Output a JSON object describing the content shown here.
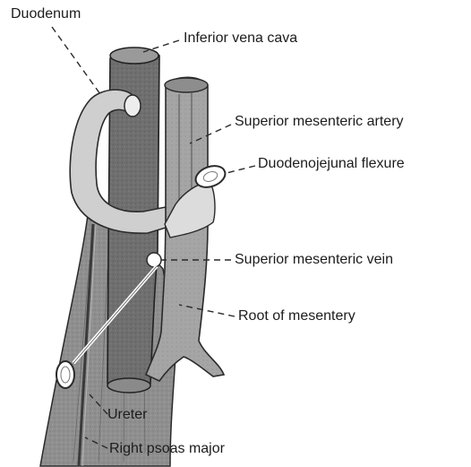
{
  "labels": {
    "duodenum": "Duodenum",
    "ivc": "Inferior vena cava",
    "sma": "Superior mesenteric artery",
    "djf": "Duodenojejunal flexure",
    "smv": "Superior mesenteric vein",
    "root": "Root of mesentery",
    "ureter": "Ureter",
    "psoas": "Right psoas major"
  }
}
